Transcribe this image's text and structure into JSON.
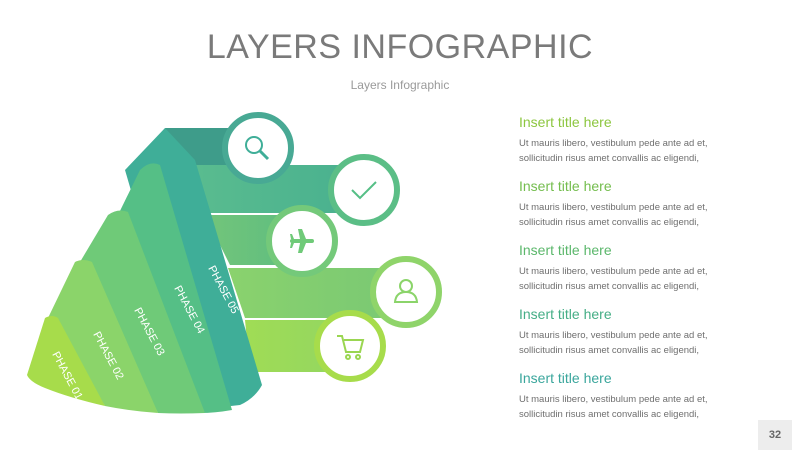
{
  "header": {
    "title": "LAYERS INFOGRAPHIC",
    "subtitle": "Layers Infographic"
  },
  "layers": [
    {
      "label": "PHASE 01",
      "color": "#a7dc4b"
    },
    {
      "label": "PHASE 02",
      "color": "#8bd46a"
    },
    {
      "label": "PHASE 03",
      "color": "#6fca78"
    },
    {
      "label": "PHASE 04",
      "color": "#55bf86"
    },
    {
      "label": "PHASE 05",
      "color": "#3fae98"
    }
  ],
  "icons": [
    "search-icon",
    "check-icon",
    "airplane-icon",
    "user-icon",
    "cart-icon"
  ],
  "items": [
    {
      "title": "Insert title here",
      "line1": "Ut mauris libero, vestibulum pede ante ad et,",
      "line2": "sollicitudin risus amet convallis ac eligendi,",
      "color": "#8cc63f"
    },
    {
      "title": "Insert title here",
      "line1": "Ut mauris libero, vestibulum pede ante ad et,",
      "line2": "sollicitudin risus amet convallis ac eligendi,",
      "color": "#74bd4e"
    },
    {
      "title": "Insert title here",
      "line1": "Ut mauris libero, vestibulum pede ante ad et,",
      "line2": "sollicitudin risus amet convallis ac eligendi,",
      "color": "#5bb76b"
    },
    {
      "title": "Insert title here",
      "line1": "Ut mauris libero, vestibulum pede ante ad et,",
      "line2": "sollicitudin risus amet convallis ac eligendi,",
      "color": "#45ae86"
    },
    {
      "title": "Insert title here",
      "line1": "Ut mauris libero, vestibulum pede ante ad et,",
      "line2": "sollicitudin risus amet convallis ac eligendi,",
      "color": "#3aa69c"
    }
  ],
  "page_number": "32"
}
